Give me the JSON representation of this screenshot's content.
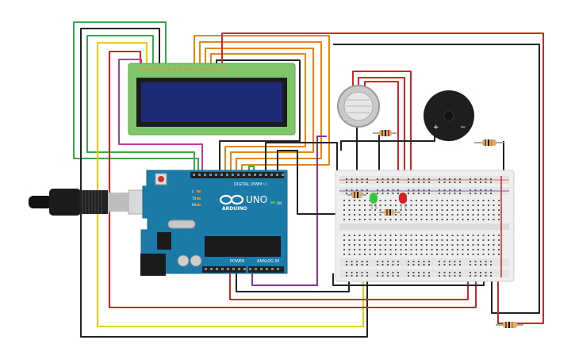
{
  "arduino": {
    "brand": "ARDUINO",
    "model": "UNO",
    "digital_label": "DIGITAL (PWM~)",
    "power_label": "POWER",
    "analog_label": "ANALOG IN",
    "tx_label": "TX",
    "rx_label": "RX",
    "on_label": "ON",
    "l_label": "L"
  },
  "buzzer": {
    "plus": "+",
    "minus": "−"
  },
  "colors": {
    "wire_red": "#e02020",
    "wire_black": "#222222",
    "wire_green": "#3aa84a",
    "wire_orange": "#e98410",
    "wire_yellow": "#e8d000",
    "wire_purple": "#8a2fa0",
    "wire_magenta": "#c43696",
    "lcd_board": "#7fc66b",
    "lcd_screen": "#1c2a78",
    "arduino_board": "#1a7aa8",
    "breadboard": "#eeeeee"
  }
}
